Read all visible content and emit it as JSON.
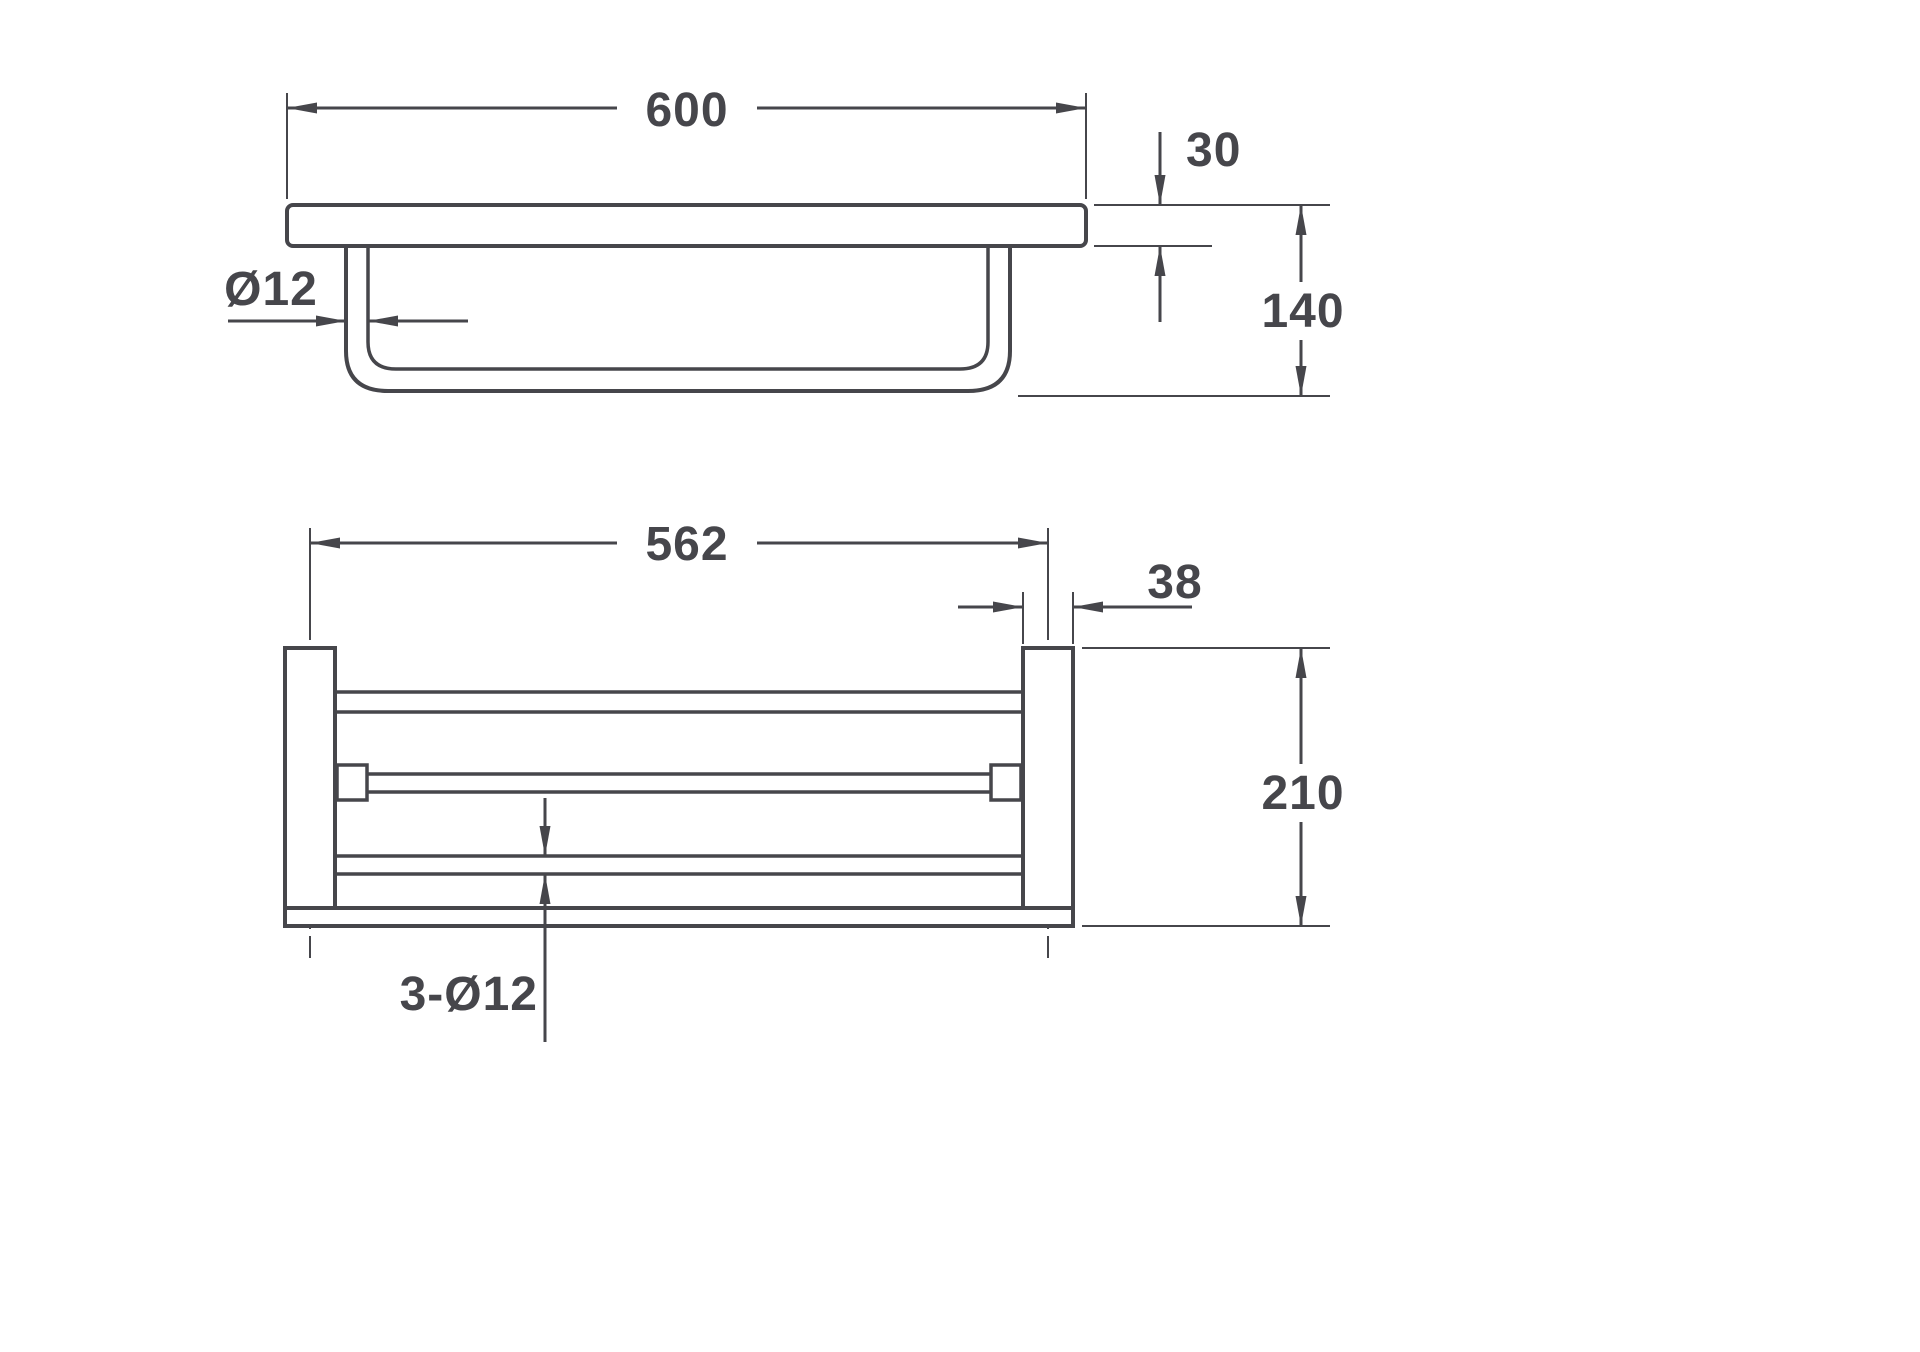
{
  "page": {
    "background_color": "#ffffff",
    "line_color": "#46464b"
  },
  "side_view": {
    "overall_width": "600",
    "shelf_thickness": "30",
    "overall_height": "140",
    "bar_diameter": "Ø12"
  },
  "front_view": {
    "post_center_spacing": "562",
    "post_width": "38",
    "overall_height": "210",
    "bar_spec": "3-Ø12"
  }
}
